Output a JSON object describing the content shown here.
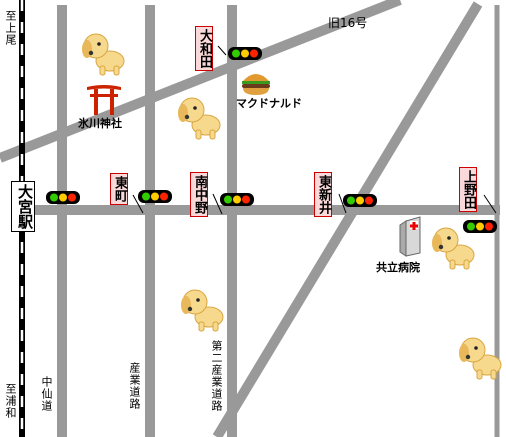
{
  "map": {
    "station": {
      "label": "大宮駅",
      "icon": "train-station"
    },
    "rail": {
      "north_label": "至上尾",
      "south_label": "至浦和"
    },
    "roads": {
      "old16": "旧16号",
      "nakasendo": "中仙道",
      "sangyo": "産業道路",
      "daini_sangyo": "第二産業道路"
    },
    "intersections": [
      {
        "name": "大和田",
        "icon": "traffic-light"
      },
      {
        "name": "東町",
        "icon": "traffic-light"
      },
      {
        "name": "南中野",
        "icon": "traffic-light"
      },
      {
        "name": "東新井",
        "icon": "traffic-light"
      },
      {
        "name": "上野田",
        "icon": "traffic-light"
      }
    ],
    "landmarks": [
      {
        "name": "氷川神社",
        "icon": "torii-icon"
      },
      {
        "name": "マクドナルド",
        "icon": "burger-icon"
      },
      {
        "name": "共立病院",
        "icon": "hospital-icon"
      }
    ],
    "decor": {
      "dog_icon": "dog-icon"
    },
    "colors": {
      "road": "#999999",
      "sign_bg": "#f9d9d9",
      "sign_border": "#cc0000",
      "torii": "#cc2200",
      "hospital_cross": "#ee0000"
    }
  }
}
